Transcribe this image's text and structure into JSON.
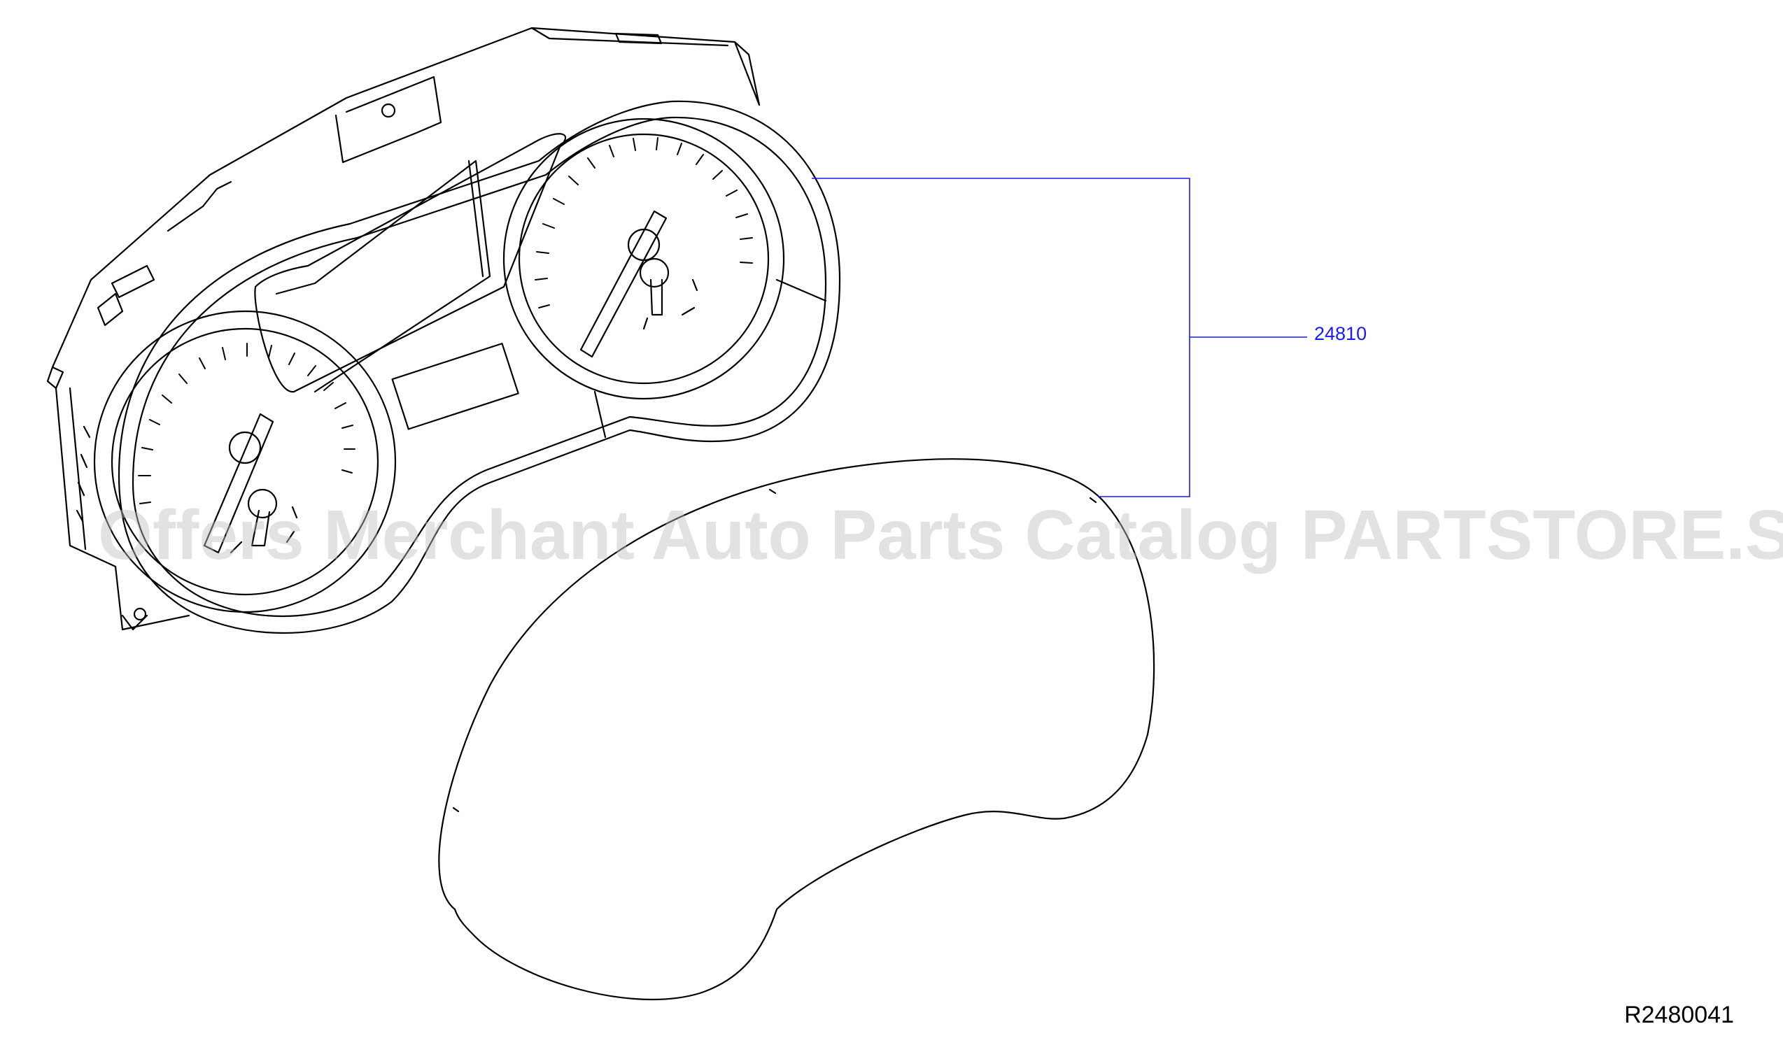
{
  "diagram": {
    "part_label": "24810",
    "diagram_code": "R2480041",
    "watermark": "Offers Merchant Auto Parts Catalog PARTSTORE.SA",
    "colors": {
      "line": "#000000",
      "callout": "#1a1aff",
      "watermark": "#bebebe"
    }
  }
}
